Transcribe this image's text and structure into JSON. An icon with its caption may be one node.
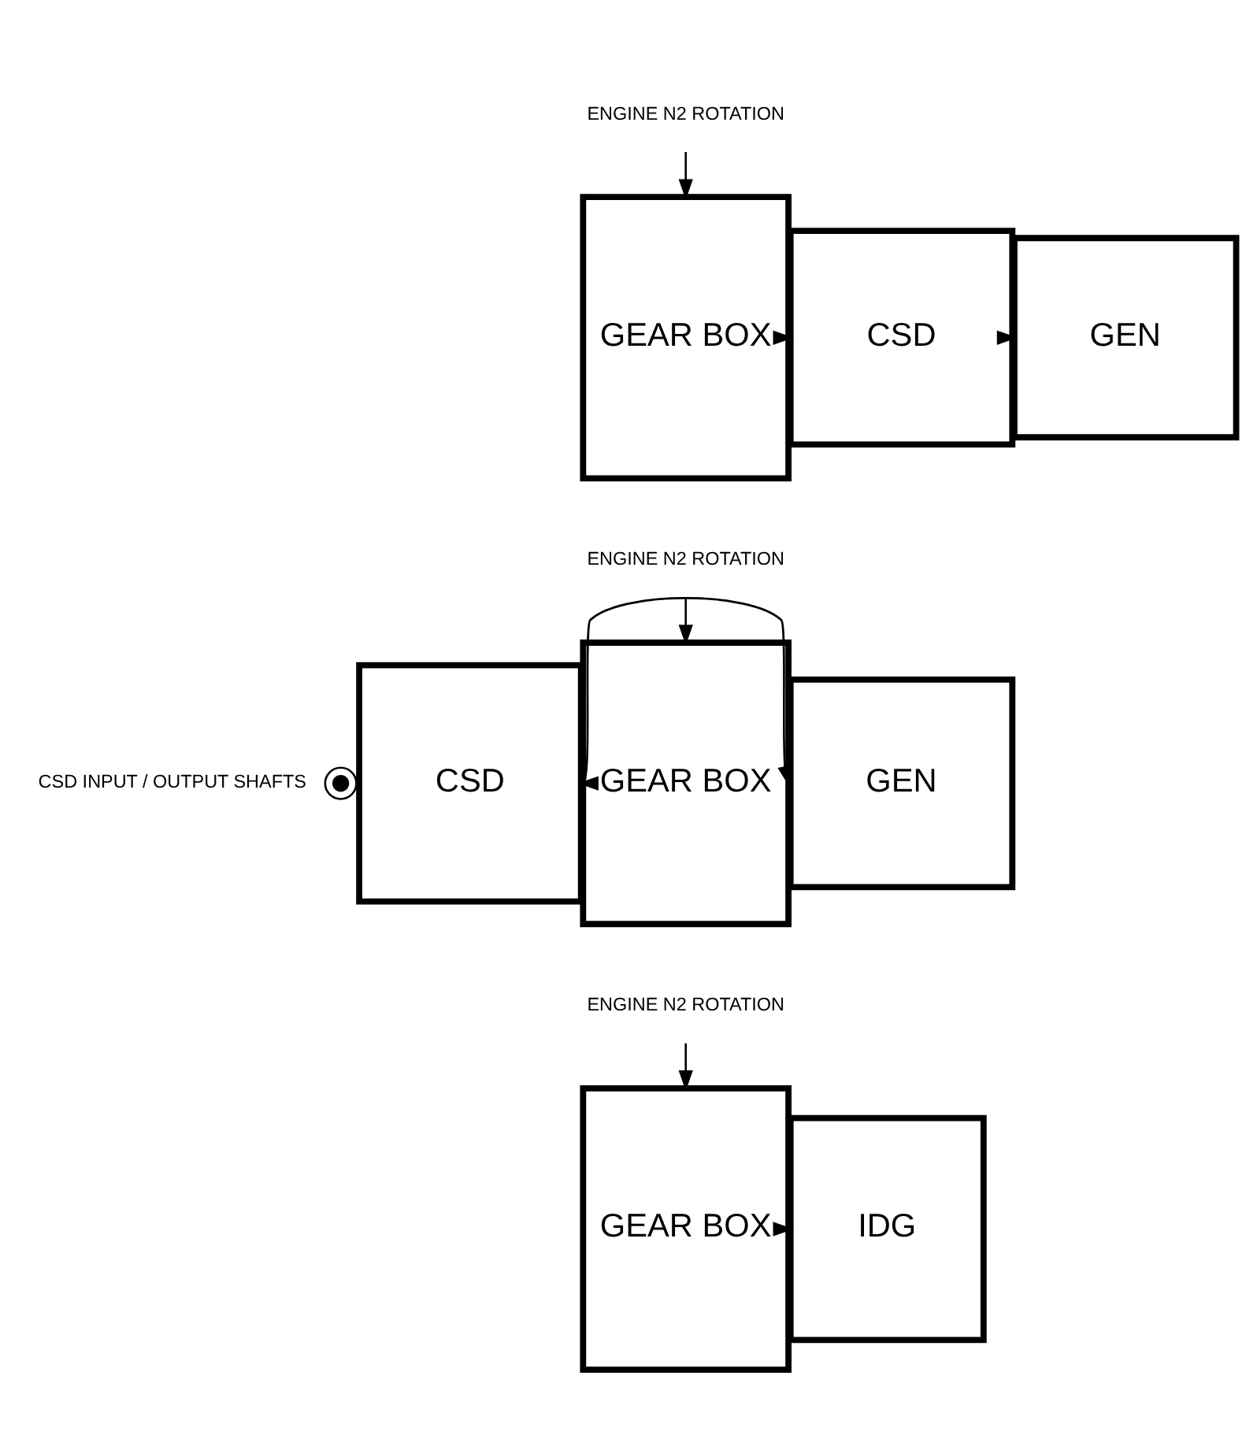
{
  "diagram": {
    "nodes": [
      {
        "text": [
          "ENGINE N2 ROTATION"
        ]
      },
      {
        "text": [
          "GEAR BOX"
        ]
      },
      {
        "text": [
          "CSD"
        ]
      },
      {
        "text": [
          "GEN"
        ]
      },
      {
        "text": [
          "ENGINE N2 ROTATION"
        ]
      },
      {
        "text": [],
        "shape": "circle",
        "beside": [
          "CSD INPUT / OUTPUT SHAFTS"
        ]
      },
      {
        "text": [
          "CSD"
        ]
      },
      {
        "text": [
          "GEAR BOX"
        ]
      },
      {
        "text": [
          "GEN"
        ]
      },
      {
        "text": [
          "ENGINE N2 ROTATION"
        ]
      },
      {
        "text": [
          "GEAR BOX"
        ]
      },
      {
        "text": [
          "IDG"
        ]
      }
    ],
    "edges": [
      {
        "from": 0,
        "to": 1,
        "arrow": "to"
      },
      {
        "from": 1,
        "to": 2,
        "arrow": "to"
      },
      {
        "from": 2,
        "to": 3,
        "arrow": "to"
      },
      {
        "from": 4,
        "to": 7,
        "arrow": "to"
      },
      {
        "from": 7,
        "to": 6,
        "arrow": "to"
      },
      {
        "from": 6,
        "to": 8,
        "arrow": "to"
      },
      {
        "from": 9,
        "to": 10,
        "arrow": "to"
      },
      {
        "from": 10,
        "to": 11,
        "arrow": "to"
      }
    ]
  }
}
